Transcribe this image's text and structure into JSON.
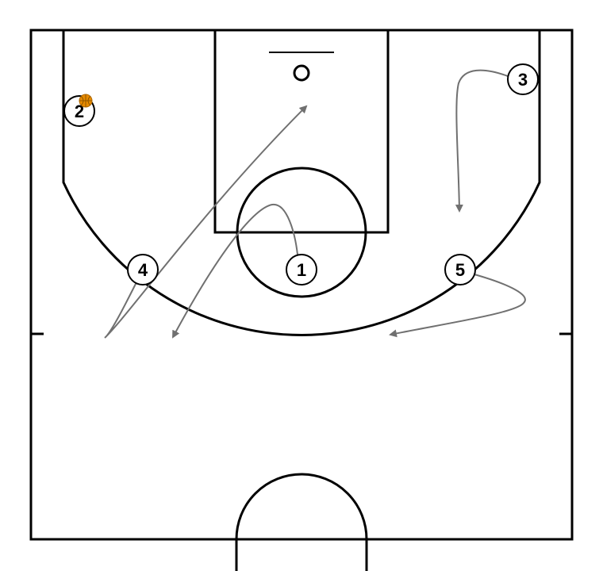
{
  "colors": {
    "court_line": "#000000",
    "movement_line": "#707070",
    "ball": "#e68a00",
    "background": "#ffffff"
  },
  "players": [
    {
      "number": "1"
    },
    {
      "number": "2"
    },
    {
      "number": "3"
    },
    {
      "number": "4"
    },
    {
      "number": "5"
    }
  ],
  "ball_holder": "2"
}
